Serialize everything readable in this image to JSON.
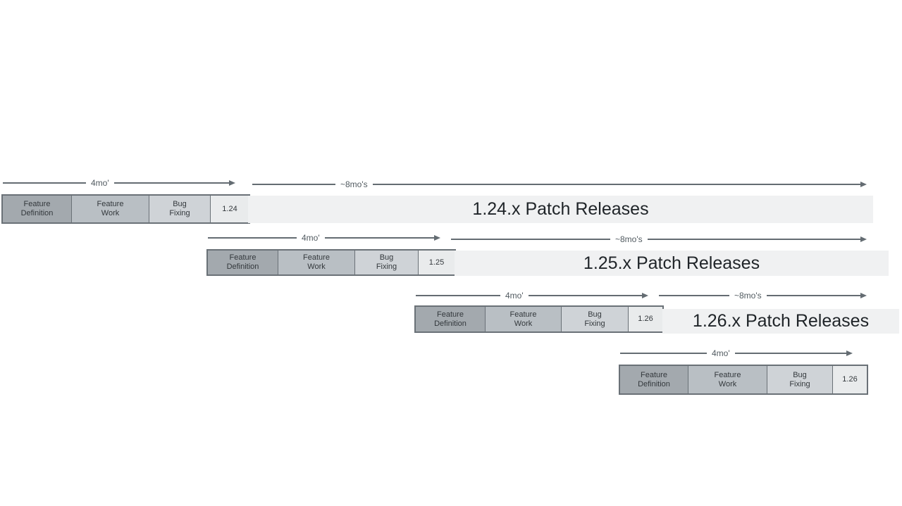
{
  "colors": {
    "feature_definition": "#a3a9ae",
    "feature_work": "#b9bfc4",
    "bug_fixing": "#cfd3d7",
    "version_box": "#e9ebec",
    "patch_bar": "#f0f1f2"
  },
  "rows": [
    {
      "four_mo": "4mo'",
      "eight_mo": "~8mo's",
      "phases": [
        {
          "l1": "Feature",
          "l2": "Definition"
        },
        {
          "l1": "Feature",
          "l2": "Work"
        },
        {
          "l1": "Bug",
          "l2": "Fixing"
        }
      ],
      "version": "1.24",
      "patch_label": "1.24.x Patch Releases"
    },
    {
      "four_mo": "4mo'",
      "eight_mo": "~8mo's",
      "phases": [
        {
          "l1": "Feature",
          "l2": "Definition"
        },
        {
          "l1": "Feature",
          "l2": "Work"
        },
        {
          "l1": "Bug",
          "l2": "Fixing"
        }
      ],
      "version": "1.25",
      "patch_label": "1.25.x Patch Releases"
    },
    {
      "four_mo": "4mo'",
      "eight_mo": "~8mo's",
      "phases": [
        {
          "l1": "Feature",
          "l2": "Definition"
        },
        {
          "l1": "Feature",
          "l2": "Work"
        },
        {
          "l1": "Bug",
          "l2": "Fixing"
        }
      ],
      "version": "1.26",
      "patch_label": "1.26.x Patch Releases"
    },
    {
      "four_mo": "4mo'",
      "phases": [
        {
          "l1": "Feature",
          "l2": "Definition"
        },
        {
          "l1": "Feature",
          "l2": "Work"
        },
        {
          "l1": "Bug",
          "l2": "Fixing"
        }
      ],
      "version": "1.26"
    }
  ]
}
